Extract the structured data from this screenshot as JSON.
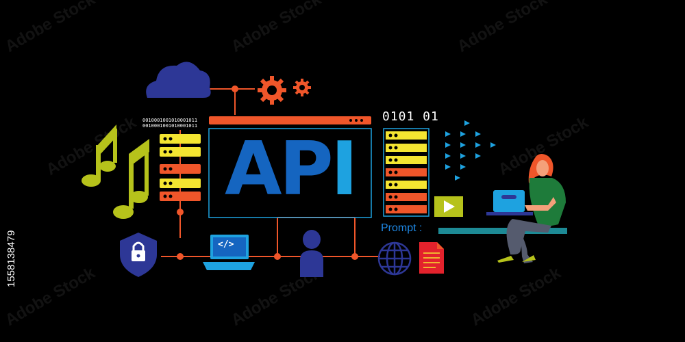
{
  "illustration": {
    "title_letters": [
      "A",
      "P",
      "I"
    ],
    "binary_lines": [
      "0010001001010001011",
      "0010001001010001011"
    ],
    "binary_display": "0101  01",
    "prompt_label": "Prompt :",
    "code_symbol": "</>",
    "stock_id": "1558138479",
    "watermark": "Adobe Stock",
    "colors": {
      "background": "#000000",
      "orange": "#f0562a",
      "yellow": "#f4e531",
      "navy": "#2d3796",
      "api_blue": "#1565c0",
      "api_cyan": "#1ea2e0",
      "teal": "#1d8a95",
      "lime": "#b6c21b",
      "red": "#e3222c"
    },
    "icons": [
      "cloud-icon",
      "gear-icon",
      "music-note-icon",
      "shield-lock-icon",
      "laptop-code-icon",
      "user-icon",
      "globe-icon",
      "document-icon",
      "play-icon"
    ]
  }
}
